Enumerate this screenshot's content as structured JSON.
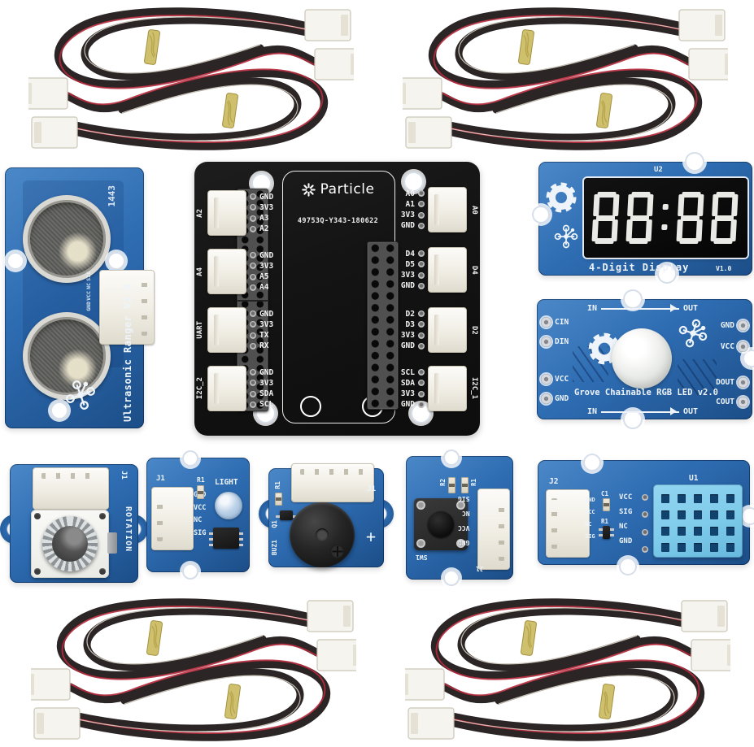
{
  "colors": {
    "board_blue": "#2e6cb2",
    "board_light": "#4b88c8",
    "board_dark": "#1c4e88",
    "silk": "#eef4fa",
    "shield_black": "#141414",
    "connector_white": "#f5f3ec",
    "cable_black": "#2b2526",
    "wire_red": "#b42a3c",
    "tie_yellow": "#cfc06e",
    "dht_blue": "#7ecbea",
    "dht_hole": "#12436f",
    "digit_segment": "#e9e9e6",
    "pad_silver": "#d6d9dd",
    "mesh_gray": "#6b6b68",
    "buzzer_black": "#171717"
  },
  "shield": {
    "brand": "Particle",
    "part_number": "49753Q-Y343-180622",
    "left_ports": [
      {
        "name": "A2",
        "pins": [
          "GND",
          "3V3",
          "A3",
          "A2"
        ]
      },
      {
        "name": "A4",
        "pins": [
          "GND",
          "3V3",
          "A5",
          "A4"
        ]
      },
      {
        "name": "UART",
        "pins": [
          "GND",
          "3V3",
          "TX",
          "RX"
        ]
      },
      {
        "name": "I2C_2",
        "pins": [
          "GND",
          "3V3",
          "SDA",
          "SCL"
        ]
      }
    ],
    "right_ports": [
      {
        "name": "A0",
        "pins": [
          "A0",
          "A1",
          "3V3",
          "GND"
        ]
      },
      {
        "name": "D4",
        "pins": [
          "D4",
          "D5",
          "3V3",
          "GND"
        ]
      },
      {
        "name": "D2",
        "pins": [
          "D2",
          "D3",
          "3V3",
          "GND"
        ]
      },
      {
        "name": "I2C_1",
        "pins": [
          "SCL",
          "SDA",
          "3V3",
          "GND"
        ]
      }
    ]
  },
  "ultrasonic": {
    "label": "Ultrasonic Ranger V2.0",
    "date_code": "1443",
    "pins": [
      "SIG",
      "NC",
      "VCC",
      "GND"
    ]
  },
  "display": {
    "ref": "U2",
    "label": "4-Digit Display",
    "version": "V1.0",
    "value": "88:88"
  },
  "rgb_led": {
    "label": "Grove Chainable RGB LED v2.0",
    "in": "IN",
    "out": "OUT",
    "pads_left_top": [
      "CIN",
      "DIN"
    ],
    "pads_left_bottom": [
      "VCC",
      "GND"
    ],
    "pads_right_top": [
      "GND",
      "VCC"
    ],
    "pads_right_bottom": [
      "DOUT",
      "COUT"
    ]
  },
  "rotation": {
    "ref": "J1",
    "label": "ROTATION"
  },
  "light": {
    "ref": "J1",
    "res": "R1",
    "label": "LIGHT",
    "pins": [
      "GND",
      "VCC",
      "NC",
      "SIG"
    ]
  },
  "buzzer": {
    "res": "R1",
    "ref": "J1",
    "transistor": "Q1",
    "part": "BUZ1",
    "plus": "+"
  },
  "button": {
    "res2": "R2",
    "res1": "R1",
    "switch": "SW1",
    "ref": "J1",
    "pins": [
      "SIG",
      "NC",
      "VCC",
      "GND"
    ]
  },
  "temp_humidity": {
    "ref": "J2",
    "sensor": "U1",
    "cap": "C1",
    "res": "R1",
    "pads": [
      "VCC",
      "SIG",
      "NC",
      "GND"
    ],
    "conn_pins": [
      "GND",
      "VCC",
      "NC",
      "SIG"
    ]
  }
}
